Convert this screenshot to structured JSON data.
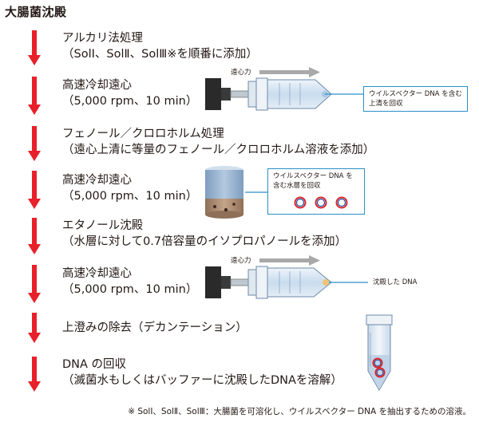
{
  "title": "大腸菌沈殿",
  "steps": [
    {
      "line1": "アルカリ法処理",
      "line2": "（SolⅠ、SolⅡ、SolⅢ※を順番に添加）"
    },
    {
      "line1": "高速冷却遠心",
      "line2": "（5,000 rpm、10 min）"
    },
    {
      "line1": "フェノール／クロロホルム処理",
      "line2": "（遠心上清に等量のフェノール／クロロホルム溶液を添加）"
    },
    {
      "line1": "高速冷却遠心",
      "line2": "（5,000 rpm、10 min）"
    },
    {
      "line1": "エタノール沈殿",
      "line2": "（水層に対して0.7倍容量のイソプロパノールを添加）"
    },
    {
      "line1": "高速冷却遠心",
      "line2": "（5,000 rpm、10 min）"
    },
    {
      "line1": "上澄みの除去（デカンテーション）",
      "line2": ""
    },
    {
      "line1": "DNA の回収",
      "line2": "（滅菌水もしくはバッファーに沈殿したDNAを溶解）"
    }
  ],
  "illustrations": {
    "centrifuge1": {
      "force_label": "遠心力",
      "callout_line1": "ウイルスベクター DNA を含む",
      "callout_line2": "上清を回収"
    },
    "tube2": {
      "callout_line1": "ウイルスベクター DNA を",
      "callout_line2": "含む水層を回収"
    },
    "centrifuge3": {
      "force_label": "遠心力",
      "pellet_label": "沈殿した DNA"
    }
  },
  "footnote": "※ SolⅠ、SolⅡ、SolⅢ：大腸菌を可溶化し、ウイルスベクター DNA を抽出するための溶液。",
  "colors": {
    "arrow": "#e8202a",
    "accent_blue": "#2b8fc6",
    "plasmid_red": "#d8252c",
    "plasmid_blue": "#1d4fa0"
  }
}
